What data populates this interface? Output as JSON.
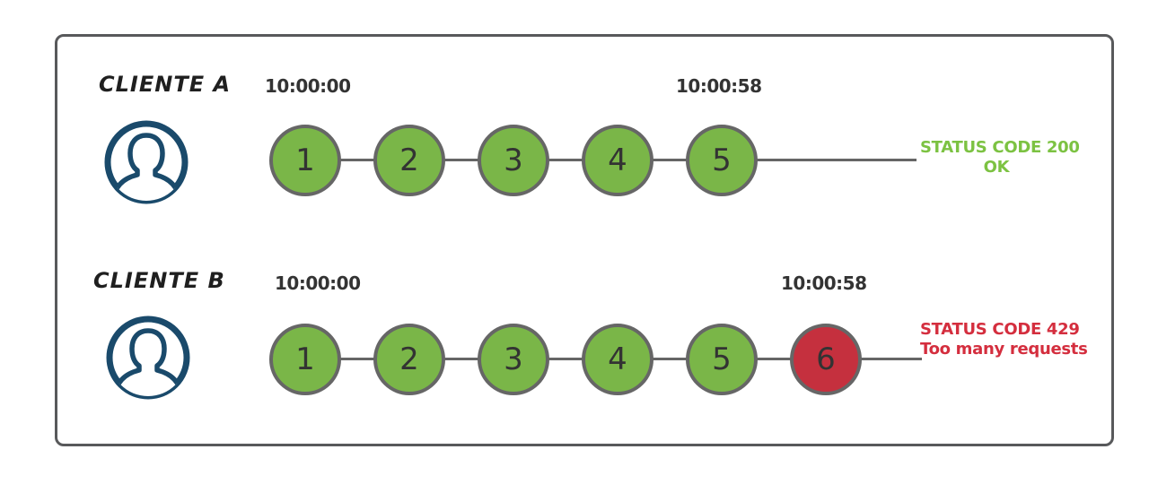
{
  "colors": {
    "ok": "#7ab648",
    "limited": "#c5303e",
    "connector": "#666666",
    "status_ok": "#7cc242",
    "status_limited": "#d42e3e",
    "icon_blue": "#1a4a6b"
  },
  "rows": [
    {
      "label": "CLIENTE A",
      "start_time": "10:00:00",
      "end_time": "10:00:58",
      "requests": [
        {
          "n": "1",
          "state": "ok"
        },
        {
          "n": "2",
          "state": "ok"
        },
        {
          "n": "3",
          "state": "ok"
        },
        {
          "n": "4",
          "state": "ok"
        },
        {
          "n": "5",
          "state": "ok"
        }
      ],
      "status_line1": "STATUS CODE 200",
      "status_line2": "OK"
    },
    {
      "label": "CLIENTE B",
      "start_time": "10:00:00",
      "end_time": "10:00:58",
      "requests": [
        {
          "n": "1",
          "state": "ok"
        },
        {
          "n": "2",
          "state": "ok"
        },
        {
          "n": "3",
          "state": "ok"
        },
        {
          "n": "4",
          "state": "ok"
        },
        {
          "n": "5",
          "state": "ok"
        },
        {
          "n": "6",
          "state": "limited"
        }
      ],
      "status_line1": "STATUS CODE 429",
      "status_line2": "Too many requests"
    }
  ]
}
